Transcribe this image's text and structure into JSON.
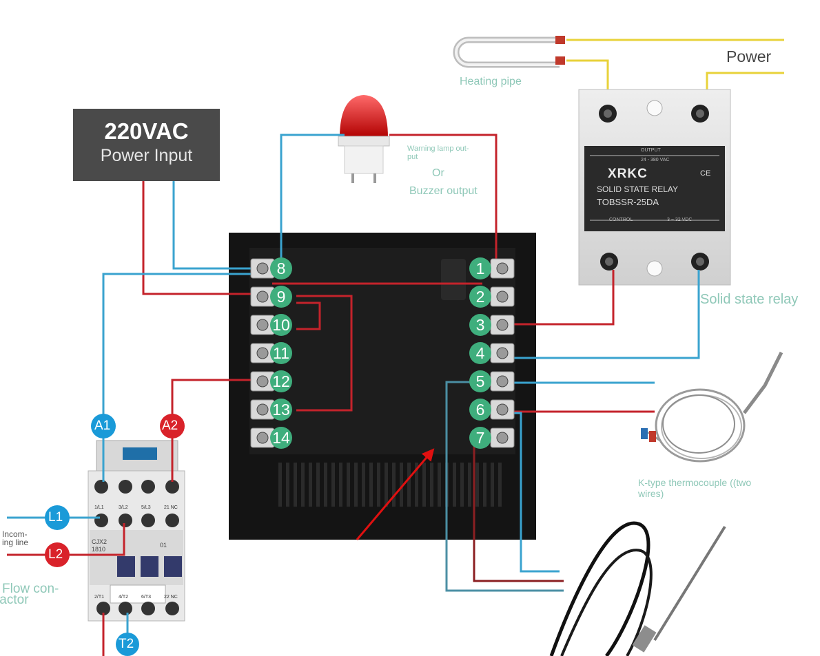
{
  "power_box": {
    "voltage": "220VAC",
    "label": "Power Input"
  },
  "heating_pipe_label": "Heating pipe",
  "power_label": "Power",
  "lamp": {
    "label1": "Warning lamp out-",
    "label2": "put",
    "or": "Or",
    "buzzer": "Buzzer output"
  },
  "ssr": {
    "brand": "XRKC",
    "line1": "SOLID STATE RELAY",
    "model": "TOBSSR-25DA",
    "output": "OUTPUT",
    "control": "CONTROL",
    "range": "3 ~ 32 VDC",
    "ac": "24 - 380 VAC",
    "ce": "CE",
    "caption": "Solid state relay"
  },
  "terminals_left": [
    "8",
    "9",
    "10",
    "11",
    "12",
    "13",
    "14"
  ],
  "terminals_right": [
    "1",
    "2",
    "3",
    "4",
    "5",
    "6",
    "7"
  ],
  "contactor": {
    "a1": "A1",
    "a2": "A2",
    "l1": "L1",
    "l2": "L2",
    "t2": "T2",
    "incoming1": "Incom-",
    "incoming2": "ing line",
    "caption1": "Flow con-",
    "caption2": "tactor",
    "model": "CJX2",
    "model2": "1810",
    "nc": "01",
    "top_terms": [
      "1/L1",
      "3/L2",
      "5/L3",
      "21 NC"
    ],
    "bot_terms": [
      "2/T1",
      "4/T2",
      "6/T3",
      "22 NC"
    ]
  },
  "thermocouple_label1": "K-type thermocouple ((two",
  "thermocouple_label2": "wires)",
  "colors": {
    "wire_blue": "#3aa3cf",
    "wire_red": "#c4232b",
    "wire_yellow": "#e8d23a",
    "badge_green": "#3fae7d",
    "teal_text": "#8fc8b8"
  }
}
